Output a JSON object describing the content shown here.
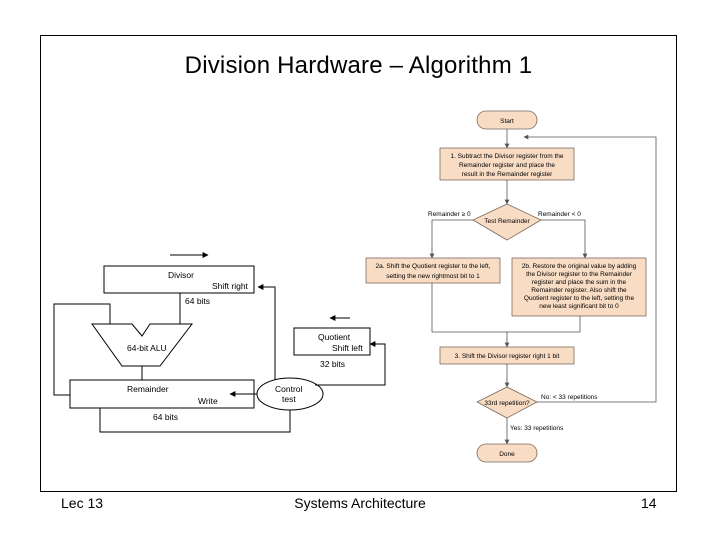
{
  "slide": {
    "title": "Division Hardware – Algorithm 1",
    "footer_left": "Lec 13",
    "footer_center": "Systems Architecture",
    "footer_right": "14"
  },
  "hardware": {
    "divisor_label": "Divisor",
    "divisor_shift": "Shift right",
    "divisor_bits": "64 bits",
    "alu_label": "64-bit ALU",
    "quotient_label": "Quotient",
    "quotient_shift": "Shift left",
    "quotient_bits": "32 bits",
    "remainder_label": "Remainder",
    "remainder_write": "Write",
    "remainder_bits": "64 bits",
    "control_line1": "Control",
    "control_line2": "test"
  },
  "flowchart": {
    "start": "Start",
    "step1": [
      "1. Subtract the Divisor register from the",
      "Remainder register and place the",
      "result in the Remainder register"
    ],
    "test_remainder": "Test Remainder",
    "branch_ge": "Remainder ≥ 0",
    "branch_lt": "Remainder < 0",
    "step2a": [
      "2a. Shift the Quotient register to the left,",
      "setting the new rightmost bit to 1"
    ],
    "step2b": [
      "2b. Restore the original value by adding",
      "the Divisor register to the Remainder",
      "register and place the sum in the",
      "Remainder register. Also shift the",
      "Quotient register to the left, setting the",
      "new least significant bit to 0"
    ],
    "step3": "3. Shift the Divisor register right 1 bit",
    "repetition_test": "33rd repetition?",
    "no_label": "No: < 33 repetitions",
    "yes_label": "Yes: 33 repetitions",
    "done": "Done"
  },
  "colors": {
    "flow_fill": "#f8dcc4",
    "flow_stroke": "#7a6a5e",
    "hw_stroke": "#000000"
  }
}
